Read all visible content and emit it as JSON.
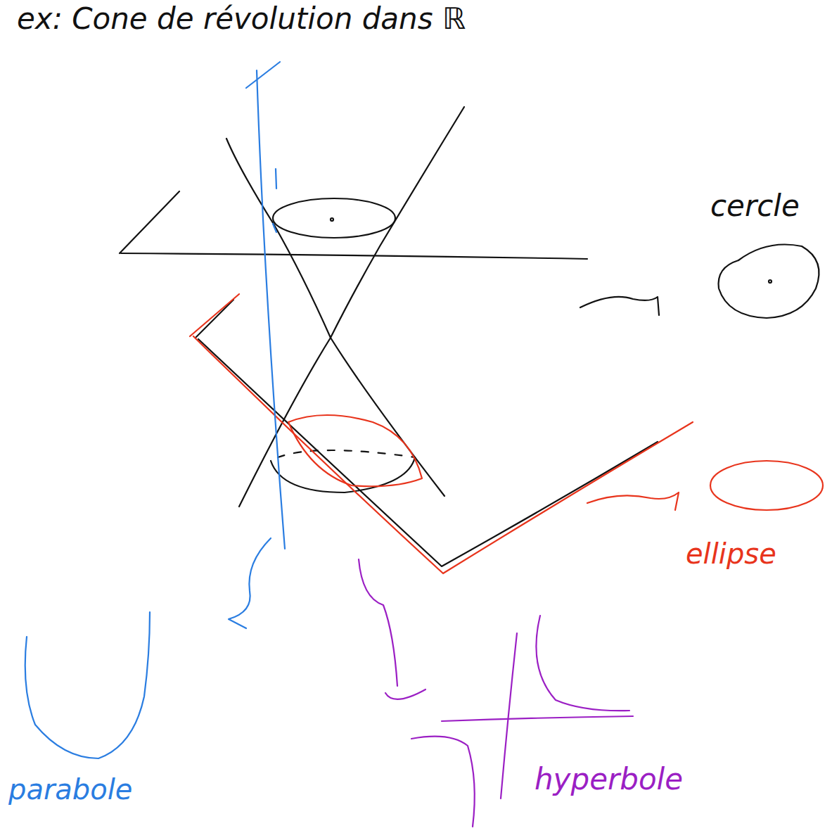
{
  "diagram": {
    "title": "ex: Cone de révolution dans ℝ",
    "labels": [
      "cercle",
      "ellipse",
      "parabole",
      "hyperbole"
    ]
  }
}
